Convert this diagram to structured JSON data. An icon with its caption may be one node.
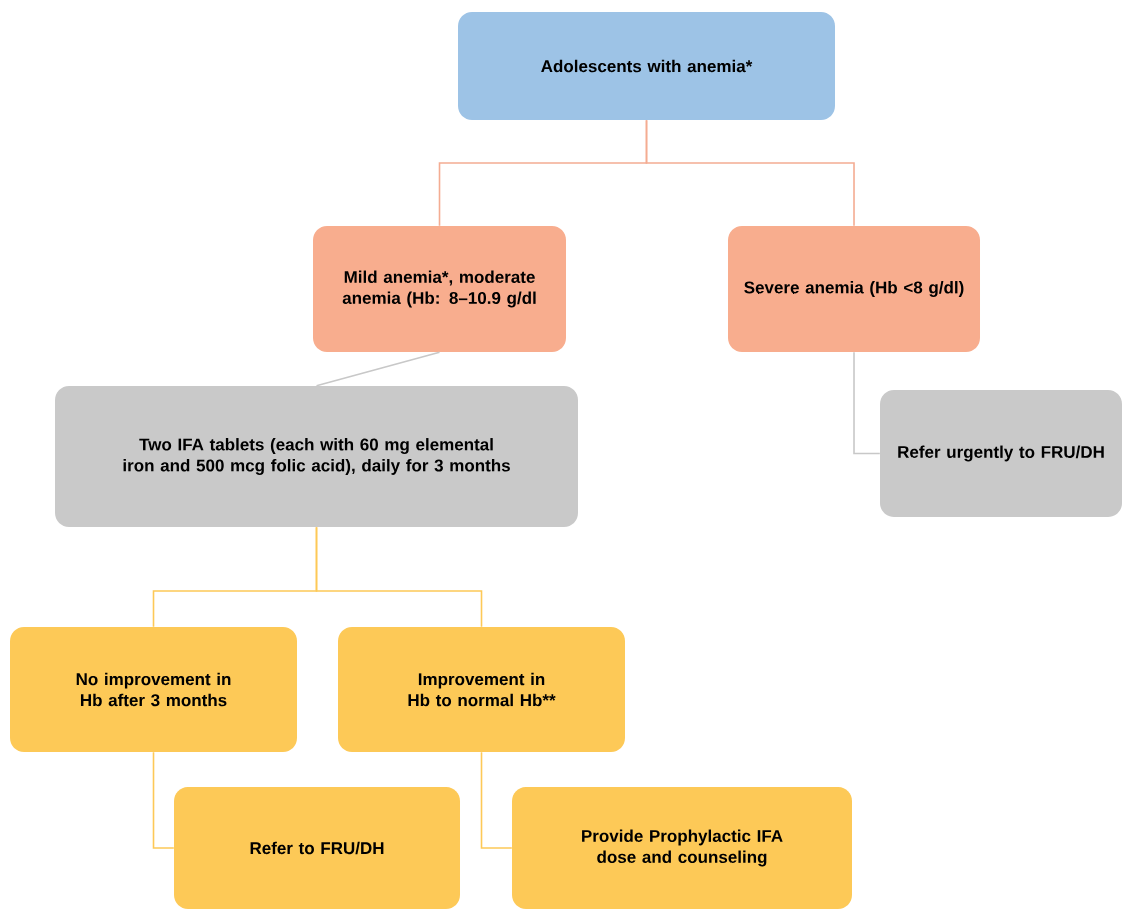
{
  "diagram": {
    "nodes": [
      {
        "text": [
          "Adolescents with anemia*"
        ]
      },
      {
        "text": [
          "Mild anemia*, moderate anemia (Hb: 8–10.9 g/dl"
        ]
      },
      {
        "text": [
          "Severe anemia (Hb <8 g/dl)"
        ]
      },
      {
        "text": [
          "Two IFA tablets (each with 60 mg elemental iron and 500 mcg folic acid), daily for 3 months"
        ]
      },
      {
        "text": [
          "Refer urgently to FRU/DH"
        ]
      },
      {
        "text": [
          "No improvement in Hb after 3 months"
        ]
      },
      {
        "text": [
          "Improvement in Hb to normal Hb**"
        ]
      },
      {
        "text": [
          "Refer to FRU/DH"
        ]
      },
      {
        "text": [
          "Provide Prophylactic IFA dose and counseling"
        ]
      }
    ],
    "edges": [
      {
        "from": 0,
        "to": 1,
        "arrow": "none",
        "color": "#f4ac92"
      },
      {
        "from": 0,
        "to": 2,
        "arrow": "none",
        "color": "#f4ac92"
      },
      {
        "from": 1,
        "to": 3,
        "arrow": "none",
        "color": "#c8c8c8"
      },
      {
        "from": 2,
        "to": 4,
        "arrow": "none",
        "color": "#c8c8c8"
      },
      {
        "from": 3,
        "to": 5,
        "arrow": "none"
      },
      {
        "from": 3,
        "to": 6,
        "arrow": "none"
      },
      {
        "from": 5,
        "to": 7,
        "arrow": "none"
      },
      {
        "from": 6,
        "to": 8,
        "arrow": "none"
      }
    ]
  }
}
